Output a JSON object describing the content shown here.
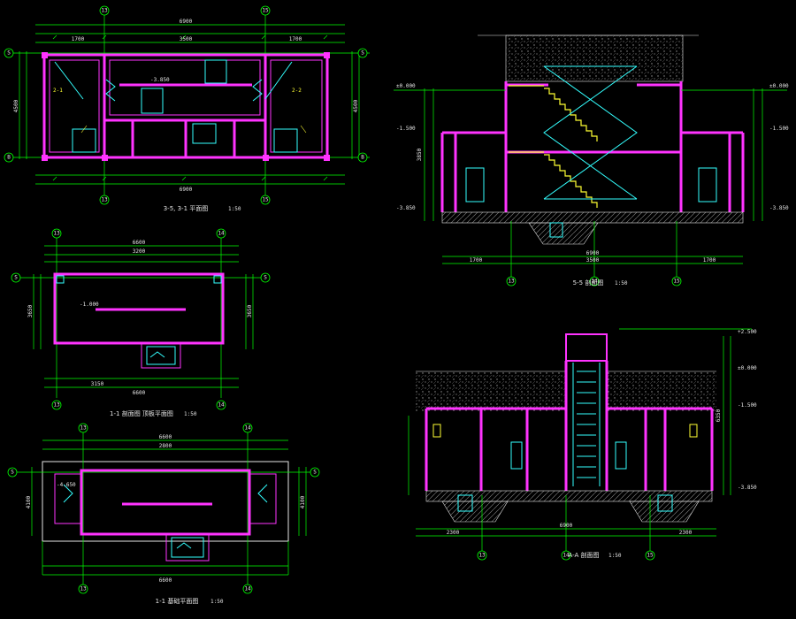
{
  "colors": {
    "background": "#000000",
    "wall": "#ff33ff",
    "dimension": "#00ff00",
    "stair": "#33ffff",
    "text": "#e6e6e6",
    "tread": "#ffff33",
    "hatch": "#bfbfbf"
  },
  "plan1": {
    "title": "3-5, 3-1 平面图",
    "scale": "1:50",
    "axis_top_left": "13",
    "axis_top_right": "15",
    "axis_left_top": "S",
    "axis_left_bottom": "B",
    "axis_right_top": "S",
    "axis_right_bottom": "B",
    "axis_bottom_left": "13",
    "axis_bottom_right": "15",
    "dim_top_total": "6900",
    "dim_bottom_total": "6900",
    "dim_left_total": "4500",
    "dim_right_total": "4500",
    "seg_left": "1700",
    "seg_mid": "3500",
    "seg_right": "1700",
    "room_tag_left": "2-1",
    "room_tag_right": "2-2",
    "level_mark": "-3.850"
  },
  "plan2": {
    "title": "1-1 剖面图 顶板平面图",
    "scale": "1:50",
    "axis_top_left": "13",
    "axis_top_right": "14",
    "axis_left": "S",
    "axis_right": "S",
    "axis_bottom_left": "13",
    "axis_bottom_right": "14",
    "dim_top_total": "6600",
    "dim_bottom_total": "6600",
    "dim_left_total": "3650",
    "dim_right_total": "3650",
    "seg_mid": "3200",
    "seg_bottom_left": "3150",
    "level_mark": "-1.000"
  },
  "plan3": {
    "title": "1-1 基础平面图",
    "scale": "1:50",
    "axis_top_left": "13",
    "axis_top_right": "14",
    "axis_left": "S",
    "axis_right": "S",
    "axis_bottom_left": "13",
    "axis_bottom_right": "14",
    "dim_top_total": "6600",
    "dim_bottom_total": "6600",
    "dim_left_total": "4100",
    "dim_right_total": "4100",
    "seg_mid": "2800",
    "level_mark": "-4.650"
  },
  "section1": {
    "title": "5-5 剖面图",
    "scale": "1:50",
    "axis_left": "13",
    "axis_mid": "14",
    "axis_right": "15",
    "dim_total": "6900",
    "seg_left": "1700",
    "seg_mid": "3500",
    "seg_right": "1700",
    "level_top": "±0.000",
    "level_mid": "-1.500",
    "level_bottom": "-3.850",
    "level_right_top": "±0.000",
    "level_right_mid": "-1.500",
    "level_right_bottom": "-3.850",
    "height_total": "3850"
  },
  "section2": {
    "title": "A-A 剖面图",
    "scale": "1:50",
    "axis_left": "13",
    "axis_mid": "14",
    "axis_right": "15",
    "dim_total": "6900",
    "level_top": "+2.500",
    "level_ground": "±0.000",
    "level_mid": "-1.500",
    "level_bottom": "-3.850",
    "height_total": "6350",
    "seg_left": "2300",
    "seg_right": "2300"
  }
}
